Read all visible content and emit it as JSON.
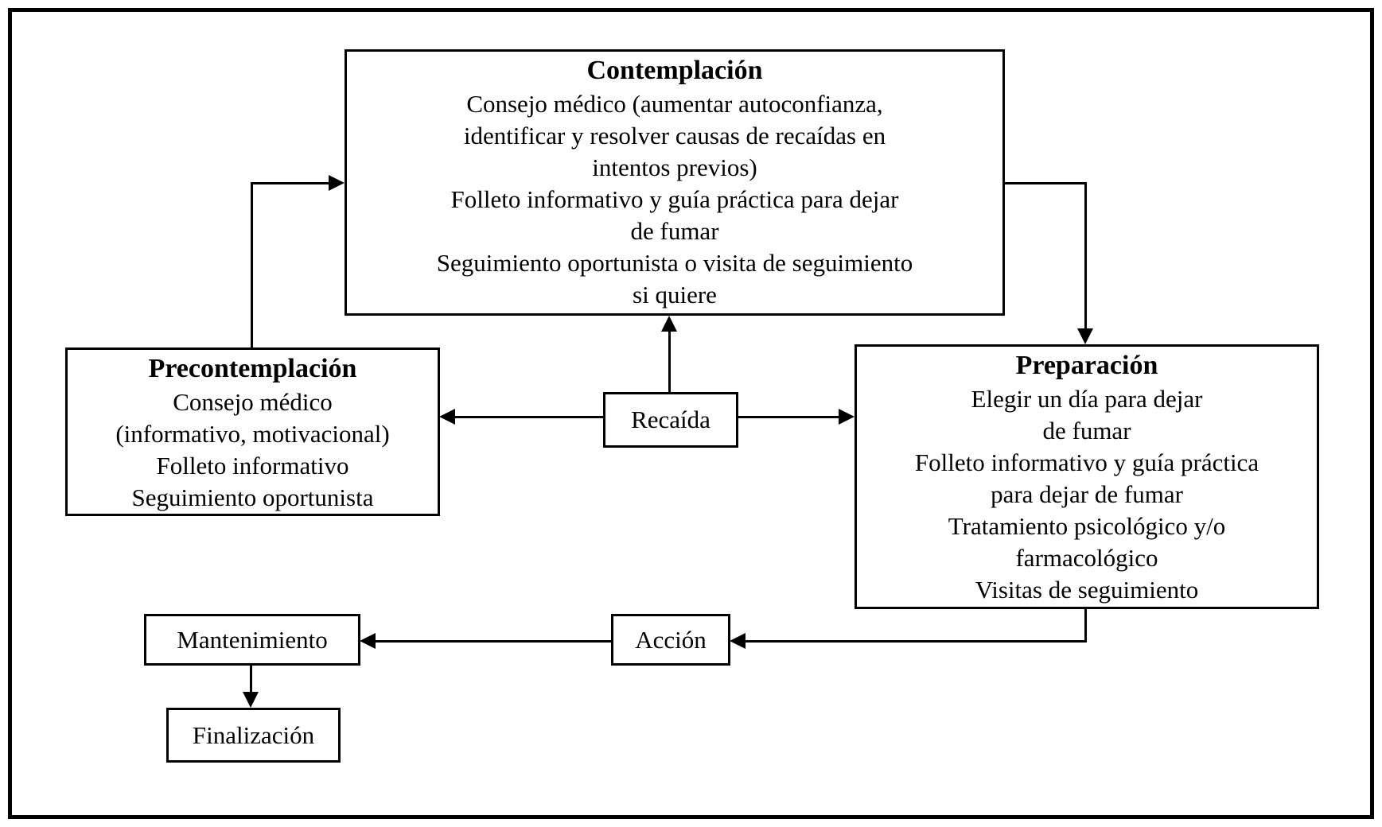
{
  "page": {
    "background": "#ffffff",
    "line_color": "#000000"
  },
  "boxes": {
    "contemplacion": {
      "title": "Contemplación",
      "lines": [
        "Consejo médico (aumentar autoconfianza,",
        "identificar y resolver causas de recaídas en",
        "intentos previos)",
        "Folleto informativo y guía práctica para dejar",
        "de fumar",
        "Seguimiento oportunista o visita de seguimiento",
        "si quiere"
      ]
    },
    "precontemplacion": {
      "title": "Precontemplación",
      "lines": [
        "Consejo médico",
        "(informativo, motivacional)",
        "Folleto informativo",
        "Seguimiento oportunista"
      ]
    },
    "preparacion": {
      "title": "Preparación",
      "lines": [
        "Elegir un día para dejar",
        "de fumar",
        "Folleto informativo y guía práctica",
        "para dejar de fumar",
        "Tratamiento psicológico y/o",
        "farmacológico",
        "Visitas de seguimiento"
      ]
    },
    "recaida": {
      "title": "Recaída"
    },
    "accion": {
      "title": "Acción"
    },
    "mantenimiento": {
      "title": "Mantenimiento"
    },
    "finalizacion": {
      "title": "Finalización"
    }
  },
  "edges": [
    {
      "from": "precontemplacion",
      "to": "contemplacion"
    },
    {
      "from": "contemplacion",
      "to": "preparacion"
    },
    {
      "from": "recaida",
      "to": "contemplacion"
    },
    {
      "from": "recaida",
      "to": "precontemplacion"
    },
    {
      "from": "recaida",
      "to": "preparacion"
    },
    {
      "from": "preparacion",
      "to": "accion"
    },
    {
      "from": "accion",
      "to": "mantenimiento"
    },
    {
      "from": "mantenimiento",
      "to": "finalizacion"
    }
  ]
}
